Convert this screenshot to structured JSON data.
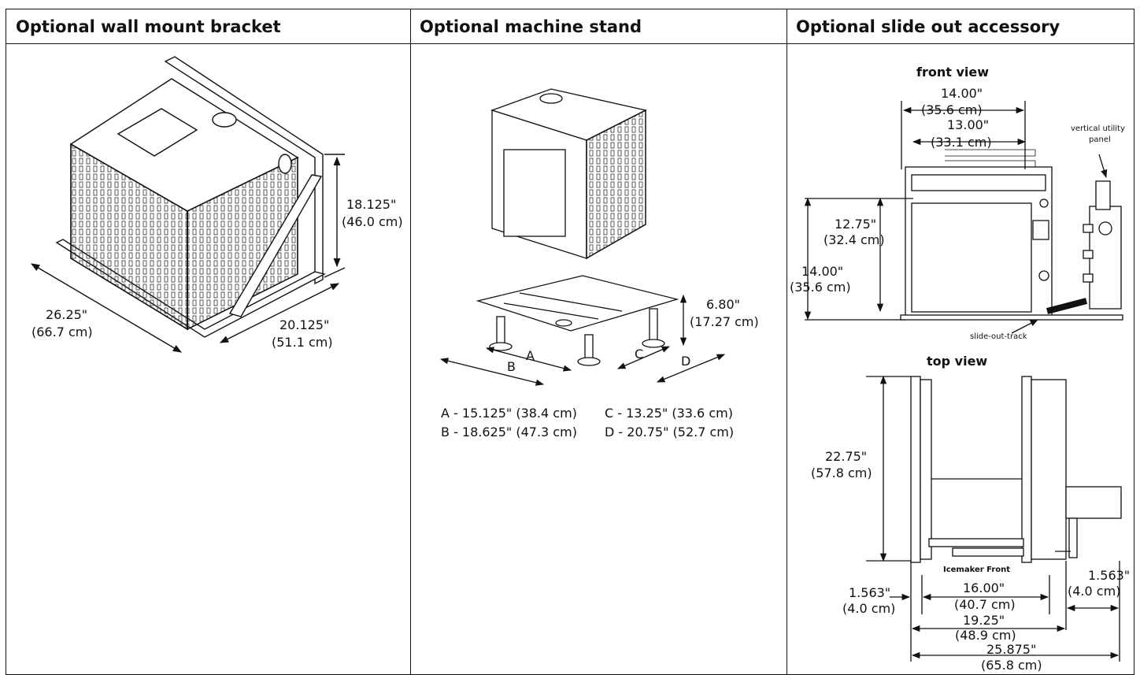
{
  "columns": [
    {
      "title": "Optional wall mount bracket"
    },
    {
      "title": "Optional machine stand"
    },
    {
      "title": "Optional slide out accessory"
    }
  ],
  "wall_mount": {
    "height_in": "18.125\"",
    "height_cm": "(46.0 cm)",
    "width_in": "26.25\"",
    "width_cm": "(66.7 cm)",
    "depth_in": "20.125\"",
    "depth_cm": "(51.1 cm)"
  },
  "machine_stand": {
    "height_in": "6.80\"",
    "height_cm": "(17.27 cm)",
    "labels": {
      "a": "A",
      "b": "B",
      "c": "C",
      "d": "D"
    },
    "legend": [
      "A - 15.125\" (38.4 cm)",
      "C - 13.25\" (33.6 cm)",
      "B - 18.625\" (47.3 cm)",
      "D - 20.75\" (52.7 cm)"
    ]
  },
  "slide_out": {
    "front_view_title": "front view",
    "top_view_title": "top view",
    "front_w1_in": "14.00\"",
    "front_w1_cm": "(35.6 cm)",
    "front_w2_in": "13.00\"",
    "front_w2_cm": "(33.1 cm)",
    "front_h1_in": "12.75\"",
    "front_h1_cm": "(32.4 cm)",
    "front_h2_in": "14.00\"",
    "front_h2_cm": "(35.6 cm)",
    "utility_panel_line1": "vertical utility",
    "utility_panel_line2": "panel",
    "track_label": "slide-out-track",
    "top_h_in": "22.75\"",
    "top_h_cm": "(57.8 cm)",
    "icemaker_front": "Icemaker Front",
    "left_gap_in": "1.563\"",
    "left_gap_cm": "(4.0 cm)",
    "right_gap_in": "1.563\"",
    "right_gap_cm": "(4.0 cm)",
    "w16_in": "16.00\"",
    "w16_cm": "(40.7 cm)",
    "w19_in": "19.25\"",
    "w19_cm": "(48.9 cm)",
    "w25_in": "25.875\"",
    "w25_cm": "(65.8 cm)"
  }
}
